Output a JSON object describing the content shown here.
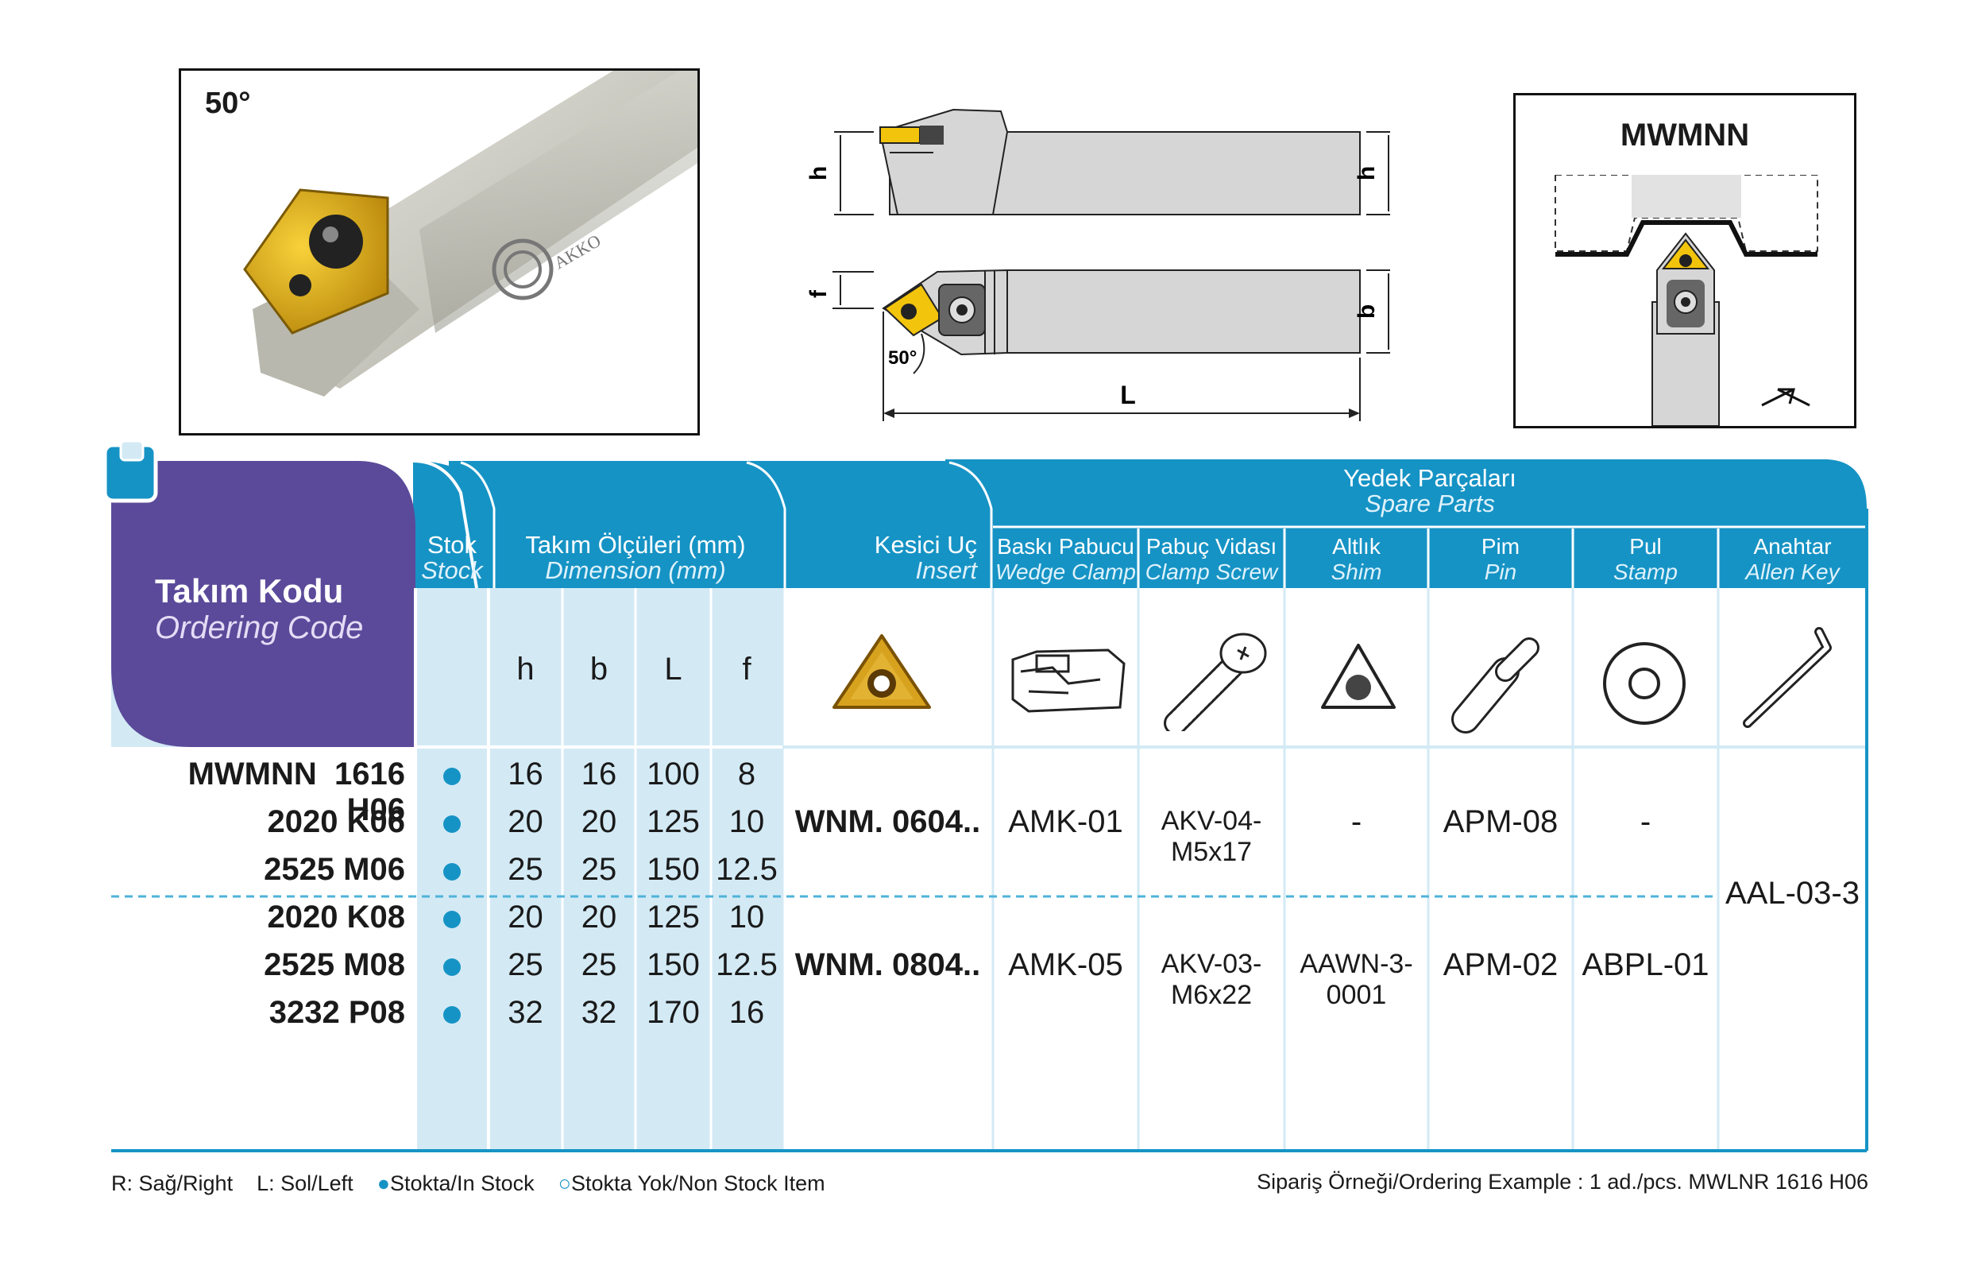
{
  "photo": {
    "angle_label": "50°",
    "brand": "AKKO"
  },
  "drawing": {
    "dim_h": "h",
    "dim_f": "f",
    "dim_b": "b",
    "dim_L": "L",
    "angle": "50°"
  },
  "schematic": {
    "title": "MWMNN"
  },
  "table": {
    "header": {
      "ordering_code_tr": "Takım Kodu",
      "ordering_code_en": "Ordering Code",
      "stock_tr": "Stok",
      "stock_en": "Stock",
      "dimensions_tr": "Takım Ölçüleri (mm)",
      "dimensions_en": "Dimension (mm)",
      "insert_tr": "Kesici Uç",
      "insert_en": "Insert",
      "spare_parts_tr": "Yedek Parçaları",
      "spare_parts_en": "Spare Parts",
      "spare_columns": [
        {
          "tr": "Baskı Pabucu",
          "en": "Wedge Clamp"
        },
        {
          "tr": "Pabuç Vidası",
          "en": "Clamp Screw"
        },
        {
          "tr": "Altlık",
          "en": "Shim"
        },
        {
          "tr": "Pim",
          "en": "Pin"
        },
        {
          "tr": "Pul",
          "en": "Stamp"
        },
        {
          "tr": "Anahtar",
          "en": "Allen Key"
        }
      ],
      "dim_columns": [
        "h",
        "b",
        "L",
        "f"
      ]
    },
    "rows": [
      {
        "prefix": "MWMNN",
        "code": "1616 H06",
        "stock": "in",
        "h": "16",
        "b": "16",
        "L": "100",
        "f": "8"
      },
      {
        "prefix": "",
        "code": "2020 K06",
        "stock": "in",
        "h": "20",
        "b": "20",
        "L": "125",
        "f": "10"
      },
      {
        "prefix": "",
        "code": "2525 M06",
        "stock": "in",
        "h": "25",
        "b": "25",
        "L": "150",
        "f": "12.5"
      },
      {
        "prefix": "",
        "code": "2020 K08",
        "stock": "in",
        "h": "20",
        "b": "20",
        "L": "125",
        "f": "10"
      },
      {
        "prefix": "",
        "code": "2525 M08",
        "stock": "in",
        "h": "25",
        "b": "25",
        "L": "150",
        "f": "12.5"
      },
      {
        "prefix": "",
        "code": "3232 P08",
        "stock": "in",
        "h": "32",
        "b": "32",
        "L": "170",
        "f": "16"
      }
    ],
    "groups": [
      {
        "insert": "WNM. 0604..",
        "wedge_clamp": "AMK-01",
        "clamp_screw": "AKV-04-M5x17",
        "shim": "-",
        "pin": "APM-08",
        "stamp": "-"
      },
      {
        "insert": "WNM. 0804..",
        "wedge_clamp": "AMK-05",
        "clamp_screw": "AKV-03-M6x22",
        "shim": "AAWN-3-0001",
        "pin": "APM-02",
        "stamp": "ABPL-01"
      }
    ],
    "allen_key": "AAL-03-3"
  },
  "footer": {
    "right_left": "R: Sağ/Right",
    "left": "L: Sol/Left",
    "in_stock": "Stokta/In Stock",
    "non_stock": "Stokta Yok/Non Stock Item",
    "ordering_example": "Sipariş Örneği/Ordering Example : 1 ad./pcs. MWLNR 1616 H06"
  },
  "colors": {
    "purple": "#5b4a9a",
    "cyan": "#1693c5",
    "light_cyan": "#d3eaf5",
    "dashed": "#4fb3d9"
  }
}
